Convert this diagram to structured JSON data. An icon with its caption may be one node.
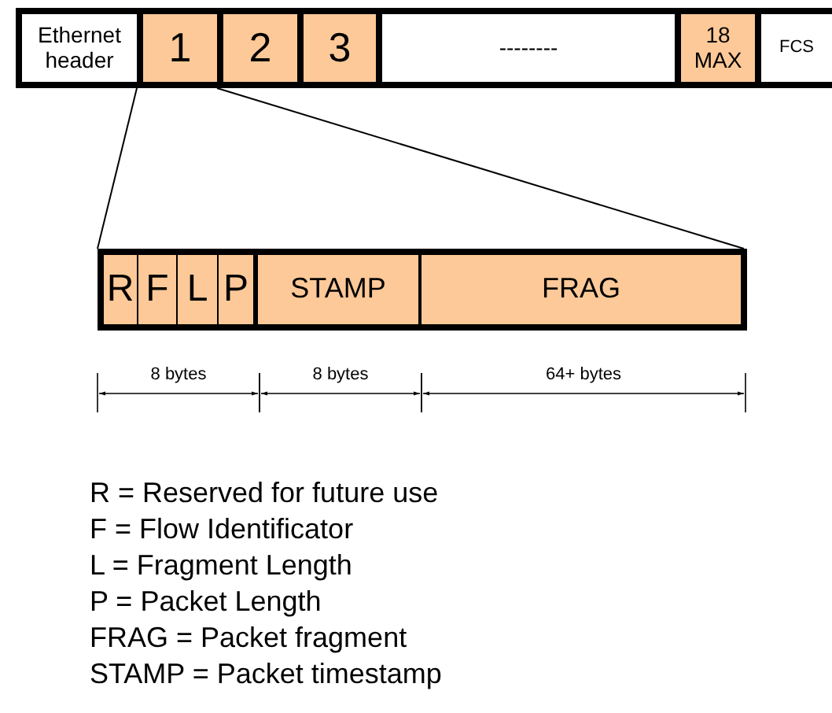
{
  "diagram": {
    "nodes": [
      {
        "text": [
          "Ethernet header"
        ]
      },
      {
        "text": [
          "1"
        ]
      },
      {
        "text": [
          "2"
        ]
      },
      {
        "text": [
          "3"
        ]
      },
      {
        "text": [
          "--------"
        ]
      },
      {
        "text": [
          "18 MAX"
        ]
      },
      {
        "text": [
          "FCS"
        ]
      },
      {
        "text": [
          "R"
        ]
      },
      {
        "text": [
          "F"
        ]
      },
      {
        "text": [
          "L"
        ]
      },
      {
        "text": [
          "P"
        ]
      },
      {
        "text": [
          "STAMP"
        ]
      },
      {
        "text": [
          "FRAG"
        ]
      }
    ],
    "edges": [
      {
        "from": 1,
        "to": 7,
        "arrow": "none"
      },
      {
        "from": 1,
        "to": 12,
        "arrow": "none"
      }
    ],
    "labels": [
      "8 bytes",
      "8 bytes",
      "64+ bytes",
      "R = Reserved for future use",
      "F = Flow Identificator",
      "L = Fragment Length",
      "P = Packet Length",
      "FRAG = Packet fragment",
      "STAMP = Packet timestamp"
    ]
  }
}
